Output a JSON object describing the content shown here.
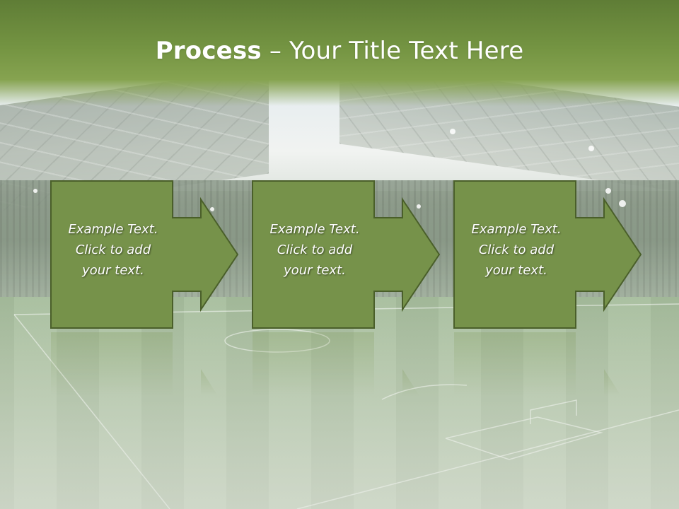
{
  "slide": {
    "title_bold": "Process",
    "title_rest": " – Your Title Text Here"
  },
  "steps": [
    {
      "line1": "Example Text.",
      "line2": "Click  to add",
      "line3": "your text."
    },
    {
      "line1": "Example Text.",
      "line2": "Click  to add",
      "line3": "your text."
    },
    {
      "line1": "Example Text.",
      "line2": "Click  to add",
      "line3": "your text."
    }
  ],
  "colors": {
    "box_fill": "#76924a",
    "box_stroke": "#4a5f2a",
    "title_band": "#6e8c3e"
  }
}
